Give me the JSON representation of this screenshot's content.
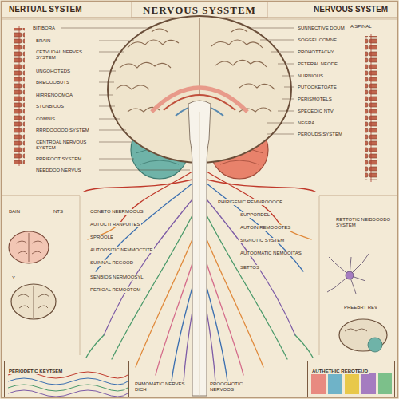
{
  "diagram": {
    "title": "NERVOUS SYSSTEM",
    "nodes": [
      {
        "text": [
          "PERIODETIC KEYTSEM"
        ]
      },
      {
        "text": [
          "AUTHETHIC REBOTEUD"
        ]
      }
    ],
    "labels": [
      "NERTUAL SYSTEM",
      "NERVOUS SYSTEM",
      "BITIBORA",
      "BRAIN",
      "CETVUDAL NERVES SYSTEM",
      "UNGOHOTEDS",
      "BRECOOBUTS",
      "HIRRENOOMOA",
      "STUNBIOUS",
      "COMNIS",
      "RRRDOOOOD SYSTEM",
      "CENTRDAL NERVOUS SYSTEM",
      "PRRIFOOT SYSTEM",
      "NEEDDOD NERVUS",
      "SUNNECTIVE DOUM",
      "SOGGEL COMNE",
      "PROHOTTACHY",
      "PETERAL NEODE",
      "NURNIOUS",
      "PUTOOKETOATE",
      "PERISMOTELS",
      "SPECEOIC NTV",
      "NEGRA",
      "PEROUDS SYSTEM",
      "A SPINAL",
      "BAIN",
      "NTS",
      "Y",
      "CONETO NEERMOOUS",
      "AUTOCTI RANPOITES",
      "SPROOLE",
      "AUTOOSITIC NEMMOCTITE",
      "SUINNAL REGOOD",
      "SENBIOS NERMOOSYL",
      "PERIOAL REMOOTOM",
      "PHIRIGENIC REMNROOOOE",
      "SUPPORDEL",
      "AUTOIN REMOOOTES",
      "SIGNOTIC SYSTEM",
      "AUTOOMATIC NEMOOITAS",
      "SETTOS",
      "RETTOTIC NEIBDOODO SYSTEM",
      "PREEBRT REV",
      "PHMOMATIC NERVES DICH",
      "PROOGHOTIC NERVOOS"
    ]
  }
}
